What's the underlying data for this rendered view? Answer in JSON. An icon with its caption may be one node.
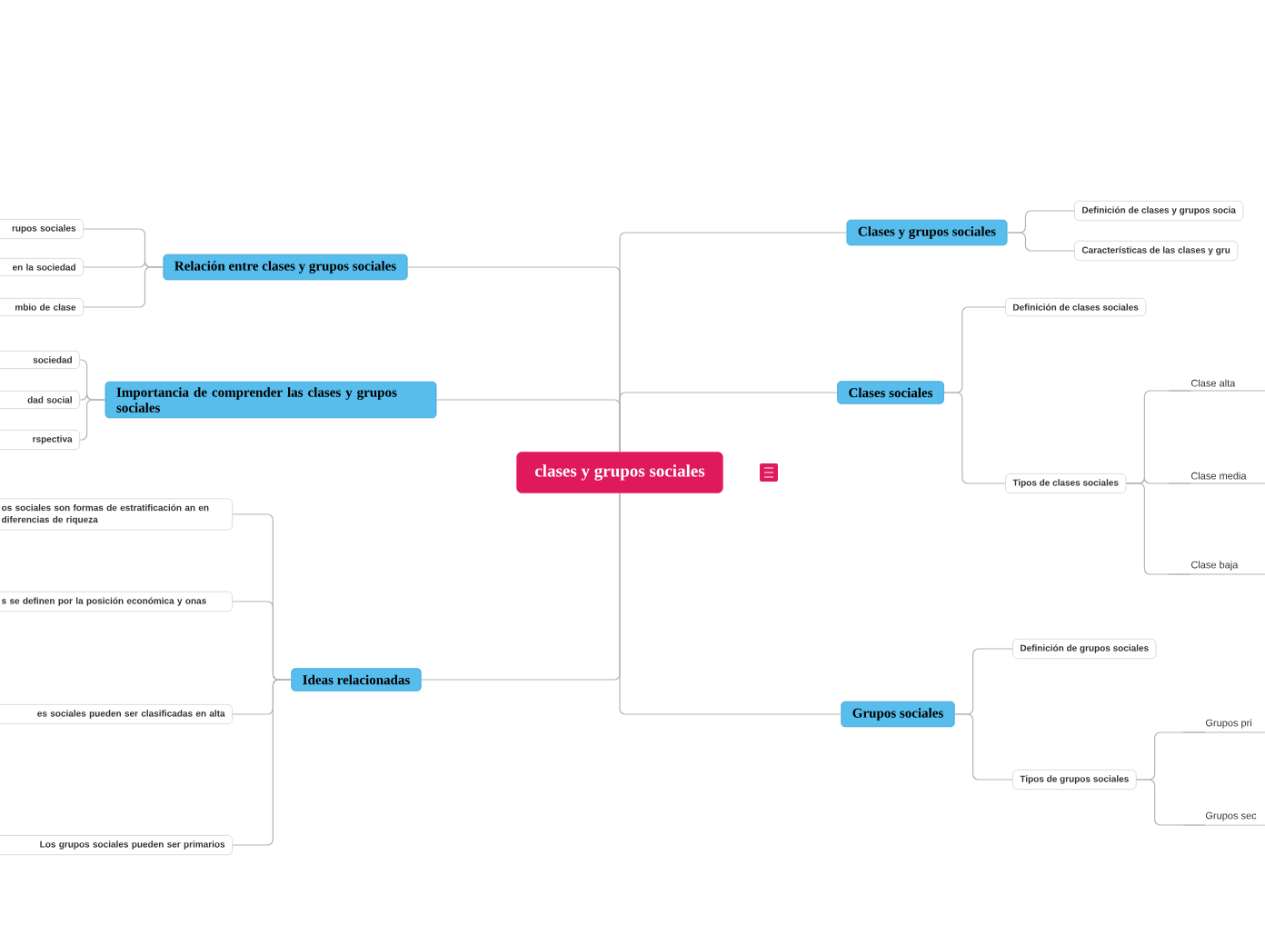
{
  "diagram": {
    "nodes": [
      {
        "text": [
          "clases y grupos sociales"
        ]
      },
      {
        "text": [
          "Relación entre clases y grupos sociales"
        ]
      },
      {
        "text": [
          "rupos sociales"
        ]
      },
      {
        "text": [
          "en la sociedad"
        ]
      },
      {
        "text": [
          "mbio de clase"
        ]
      },
      {
        "text": [
          "Importancia de comprender las clases y grupos sociales"
        ]
      },
      {
        "text": [
          "sociedad"
        ]
      },
      {
        "text": [
          "dad social"
        ]
      },
      {
        "text": [
          "rspectiva"
        ]
      },
      {
        "text": [
          "Ideas relacionadas"
        ]
      },
      {
        "text": [
          "os sociales son formas de estratificación an en diferencias de riqueza"
        ]
      },
      {
        "text": [
          "s se definen por la posición económica y onas"
        ]
      },
      {
        "text": [
          "es sociales pueden ser clasificadas en alta"
        ]
      },
      {
        "text": [
          "Los grupos sociales pueden ser primarios"
        ]
      },
      {
        "text": [
          "Clases y grupos sociales"
        ]
      },
      {
        "text": [
          "Definición de clases y grupos socia"
        ]
      },
      {
        "text": [
          "Características de las clases y gru"
        ]
      },
      {
        "text": [
          "Clases sociales"
        ]
      },
      {
        "text": [
          "Definición de clases sociales"
        ]
      },
      {
        "text": [
          "Tipos de clases sociales"
        ]
      },
      {
        "text": [
          "Clase alta"
        ]
      },
      {
        "text": [
          "Clase media"
        ]
      },
      {
        "text": [
          "Clase baja"
        ]
      },
      {
        "text": [
          "Grupos sociales"
        ]
      },
      {
        "text": [
          "Definición de grupos sociales"
        ]
      },
      {
        "text": [
          "Tipos de grupos sociales"
        ]
      },
      {
        "text": [
          "Grupos pri"
        ]
      },
      {
        "text": [
          "Grupos sec"
        ]
      }
    ],
    "edges": [
      {
        "from": 0,
        "to": 1,
        "arrow": "none"
      },
      {
        "from": 1,
        "to": 2,
        "arrow": "none"
      },
      {
        "from": 1,
        "to": 3,
        "arrow": "none"
      },
      {
        "from": 1,
        "to": 4,
        "arrow": "none"
      },
      {
        "from": 0,
        "to": 5,
        "arrow": "none"
      },
      {
        "from": 5,
        "to": 6,
        "arrow": "none"
      },
      {
        "from": 5,
        "to": 7,
        "arrow": "none"
      },
      {
        "from": 5,
        "to": 8,
        "arrow": "none"
      },
      {
        "from": 0,
        "to": 9,
        "arrow": "none"
      },
      {
        "from": 9,
        "to": 10,
        "arrow": "none"
      },
      {
        "from": 9,
        "to": 11,
        "arrow": "none"
      },
      {
        "from": 9,
        "to": 12,
        "arrow": "none"
      },
      {
        "from": 9,
        "to": 13,
        "arrow": "none"
      },
      {
        "from": 0,
        "to": 14,
        "arrow": "none"
      },
      {
        "from": 14,
        "to": 15,
        "arrow": "none"
      },
      {
        "from": 14,
        "to": 16,
        "arrow": "none"
      },
      {
        "from": 0,
        "to": 17,
        "arrow": "none"
      },
      {
        "from": 17,
        "to": 18,
        "arrow": "none"
      },
      {
        "from": 17,
        "to": 19,
        "arrow": "none"
      },
      {
        "from": 19,
        "to": 20,
        "arrow": "none"
      },
      {
        "from": 19,
        "to": 21,
        "arrow": "none"
      },
      {
        "from": 19,
        "to": 22,
        "arrow": "none"
      },
      {
        "from": 0,
        "to": 23,
        "arrow": "none"
      },
      {
        "from": 23,
        "to": 24,
        "arrow": "none"
      },
      {
        "from": 23,
        "to": 25,
        "arrow": "none"
      },
      {
        "from": 25,
        "to": 26,
        "arrow": "none"
      },
      {
        "from": 25,
        "to": 27,
        "arrow": "none"
      }
    ]
  }
}
